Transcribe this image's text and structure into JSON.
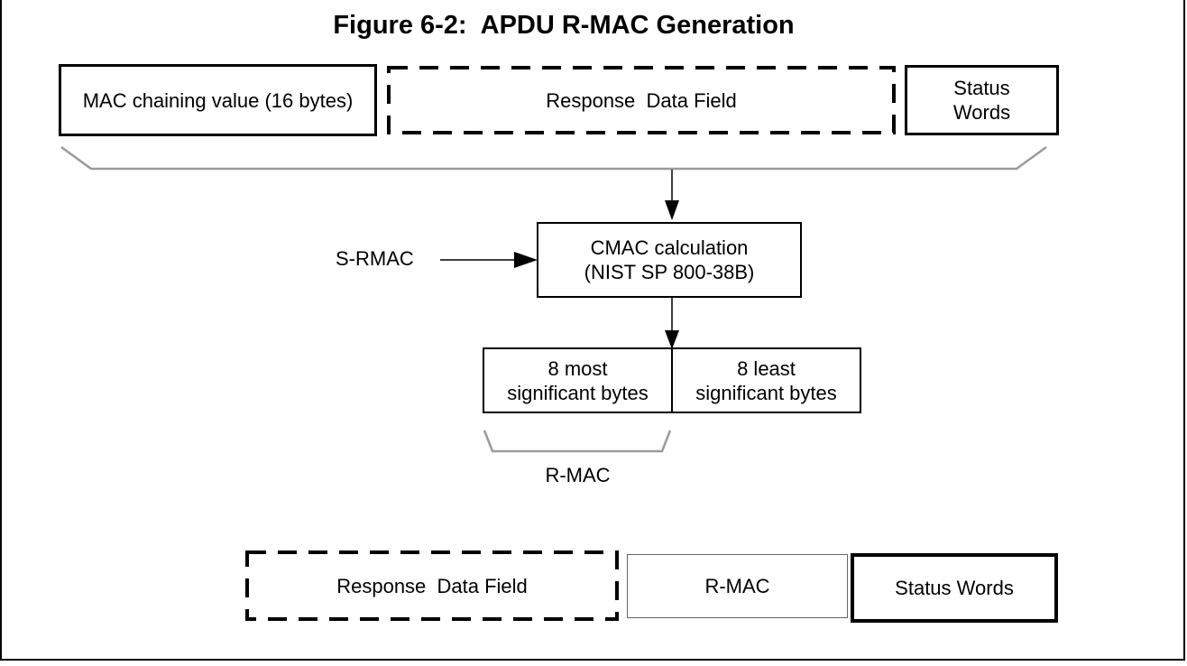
{
  "figure": {
    "title": "Figure 6-2:  APDU R-MAC Generation"
  },
  "input_row": {
    "mac_chaining_value": "MAC chaining value (16 bytes)",
    "response_data_field": "Response  Data Field",
    "status_words": "Status\nWords"
  },
  "process": {
    "session_key_label": "S-RMAC",
    "cmac_box": "CMAC calculation\n(NIST SP 800-38B)",
    "most_significant": "8 most\nsignificant bytes",
    "least_significant": "8 least\nsignificant bytes",
    "rmac_brace_label": "R-MAC"
  },
  "output_row": {
    "response_data_field": "Response  Data Field",
    "rmac": "R-MAC",
    "status_words": "Status Words"
  },
  "colors": {
    "line": "#000000",
    "brace": "#9a9a9a",
    "thin_box_border": "#666666"
  }
}
